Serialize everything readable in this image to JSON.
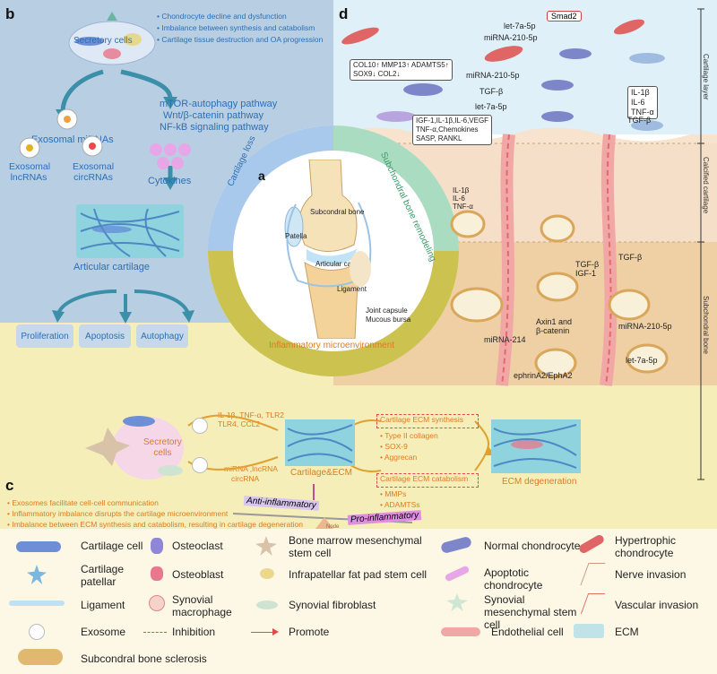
{
  "panel_b": {
    "letter": "b",
    "secretory_cells": "Secretory cells",
    "bullets": [
      "Chondrocyte decline and dysfunction",
      "Imbalance between synthesis and catabolism",
      "Cartilage tissue destruction and OA progression"
    ],
    "pathways": [
      "mTOR-autophagy pathway",
      "Wnt/β-catenin pathway",
      "NF-kB signaling pathway"
    ],
    "exosomal_mirnas": "Exosomal miRNAs",
    "exosomal_lncrnas": [
      "Exosomal",
      "lncRNAs"
    ],
    "exosomal_circrnas": [
      "Exosomal",
      "circRNAs"
    ],
    "cytokines": "Cytokines",
    "articular_cartilage": "Articular cartilage",
    "outcomes": [
      "Proliferation",
      "Apoptosis",
      "Autophagy"
    ]
  },
  "panel_a": {
    "letter": "a",
    "ring_left": "Cartilage loss",
    "ring_right": "Subchondral bone remodeling",
    "ring_bottom": "Inflammatory microenvironment",
    "labels": [
      "Subcondral bone",
      "Patella",
      "Articular cartilage",
      "Ligament",
      "Joint capsule",
      "Mucous bursa"
    ]
  },
  "panel_c": {
    "letter": "c",
    "secretory_cells": [
      "Secretory",
      "cells"
    ],
    "upper_factors": [
      "IL-1β, TNF-α, TLR2",
      "TLR4, CCL2"
    ],
    "lower_factors": [
      "miRNA ,lncRNA",
      "circRNA"
    ],
    "cartilage_ecm": "Cartilage&ECM",
    "synthesis_title": "Cartilage ECM synthesis",
    "synthesis_items": [
      "Type II collagen",
      "SOX-9",
      "Aggrecan"
    ],
    "catabolism_title": "Cartilage ECM catabolism",
    "catabolism_items": [
      "MMPs",
      "ADAMTSs"
    ],
    "ecm_degeneration": "ECM degeneration",
    "anti": "Anti-inflammatory",
    "pro": "Pro-inflammatory",
    "node": "Node",
    "bullets": [
      "Exosomes facilitate cell-cell communication",
      "Inflammatory imbalance disrupts the cartilage microenvironment",
      "Imbalance between ECM synthesis and catabolism, resulting in cartilage degeneration"
    ]
  },
  "panel_d": {
    "letter": "d",
    "smad2": "Smad2",
    "let7a_top": "let-7a-5p",
    "mir210_top": "miRNA-210-5p",
    "markers_box": [
      "COL10↑  MMP13↑  ADAMTS5↑",
      "SOX9↓  COL2↓"
    ],
    "mir210_mid": "miRNA-210-5p",
    "tgfb_1": "TGF-β",
    "let7a_mid": "let-7a-5p",
    "cytokine_box": [
      "IGF-1,IL-1β,IL-6,VEGF",
      "TNF-α,Chemokines",
      "SASP, RANKL"
    ],
    "il_box": [
      "IL-1β",
      "IL-6",
      "TNF-α"
    ],
    "tgfb_2": "TGF-β",
    "calc_factors": [
      "IL-1β",
      "IL-6",
      "TNF-α"
    ],
    "tgfb_igf": [
      "TGF-β",
      "IGF-1"
    ],
    "tgfb_3": "TGF-β",
    "axin": [
      "Axin1 and",
      "β-catenin"
    ],
    "mir214": "miRNA-214",
    "ephrin": "ephrinA2/EphA2",
    "mir210_low": "miRNA-210-5p",
    "let7a_low": "let-7a-5p",
    "layers": [
      "Cartilage layer",
      "Calcified cartilage",
      "Subchondral bone"
    ]
  },
  "legend": [
    {
      "label": "Cartilage cell"
    },
    {
      "label": "Osteoclast"
    },
    {
      "label": "Bone marrow mesenchymal stem cell"
    },
    {
      "label": "Normal chondrocyte"
    },
    {
      "label": "Hypertrophic chondrocyte"
    },
    {
      "label": "Cartilage patellar"
    },
    {
      "label": "Osteoblast"
    },
    {
      "label": "Infrapatellar fat pad stem cell"
    },
    {
      "label": "Apoptotic chondrocyte"
    },
    {
      "label": "Nerve invasion"
    },
    {
      "label": "Ligament"
    },
    {
      "label": "Synovial macrophage"
    },
    {
      "label": "Synovial fibroblast"
    },
    {
      "label": "Synovial mesenchymal stem cell"
    },
    {
      "label": "Vascular invasion"
    },
    {
      "label": "Exosome"
    },
    {
      "label": "Inhibition"
    },
    {
      "label": "Promote"
    },
    {
      "label": "Endothelial cell"
    },
    {
      "label": "ECM"
    },
    {
      "label": "Subcondral bone sclerosis"
    }
  ],
  "colors": {
    "blue_panel": "#b8cfe3",
    "yellow_panel": "#f6eeb8",
    "green_ring": "#a9dcc0",
    "blue_ring": "#a9c9ec",
    "olive_ring": "#cbc24f"
  }
}
